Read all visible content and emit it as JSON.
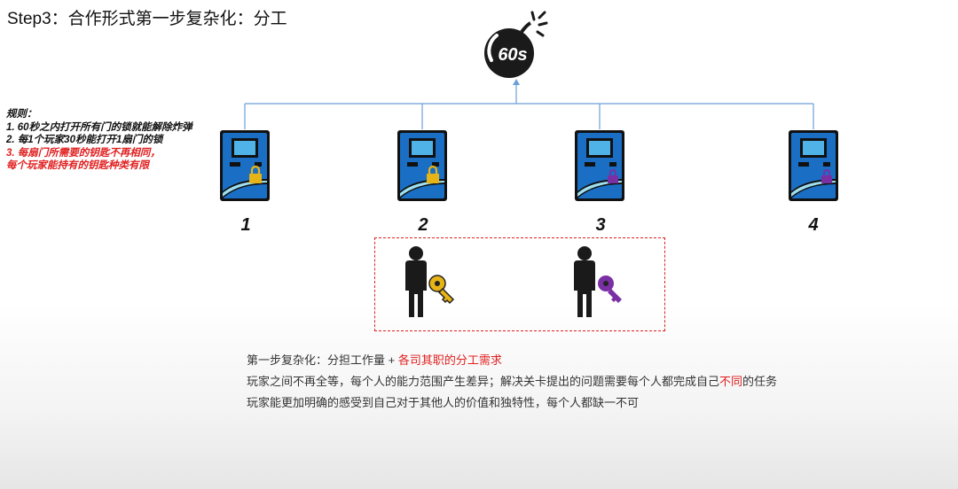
{
  "title": "Step3：合作形式第一步复杂化：分工",
  "bomb": {
    "label": "60s"
  },
  "rules": {
    "heading": "规则：",
    "items": [
      "1. 60秒之内打开所有门的锁就能解除炸弹",
      "2. 每1个玩家30秒能打开1扇门的锁"
    ],
    "highlight": [
      "3. 每扇门所需要的钥匙不再相同，",
      "每个玩家能持有的钥匙种类有限"
    ]
  },
  "doors": [
    {
      "number": "1",
      "lock": "yellow",
      "lock_color": "#e7b416"
    },
    {
      "number": "2",
      "lock": "yellow",
      "lock_color": "#e7b416"
    },
    {
      "number": "3",
      "lock": "purple",
      "lock_color": "#7b2fa5"
    },
    {
      "number": "4",
      "lock": "purple",
      "lock_color": "#7b2fa5"
    }
  ],
  "players": [
    {
      "key": "yellow",
      "key_color": "#e7b416"
    },
    {
      "key": "purple",
      "key_color": "#7b2fa5"
    }
  ],
  "notes": {
    "line1_prefix": "第一步复杂化：分担工作量 + ",
    "line1_red": "各司其职的分工需求",
    "line2_prefix": "玩家之间不再全等，每个人的能力范围产生差异；解决关卡提出的问题需要每个人都完成自己",
    "line2_red": "不同",
    "line2_suffix": "的任务",
    "line3": "玩家能更加明确的感受到自己对于其他人的价值和独特性，每个人都缺一不可"
  },
  "colors": {
    "accent_red": "#e02020",
    "door_blue": "#1a6fc4",
    "line_blue": "#6a9fd8"
  }
}
